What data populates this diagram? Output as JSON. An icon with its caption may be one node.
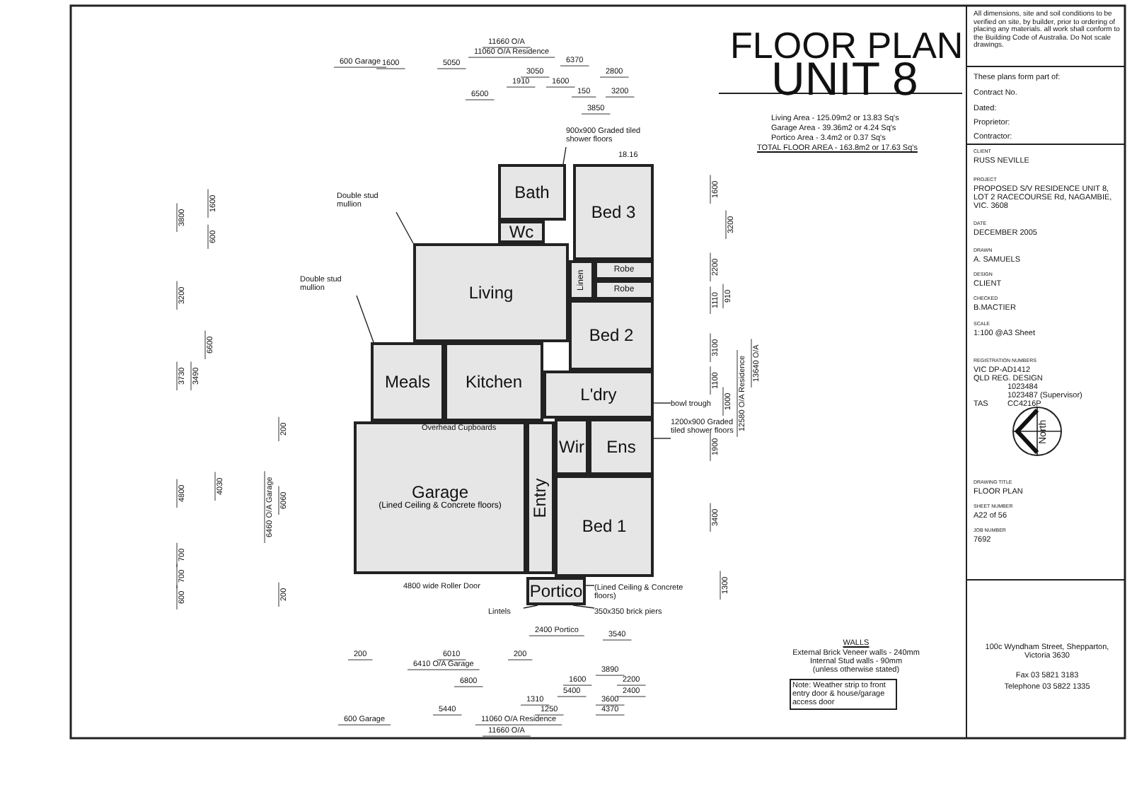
{
  "diagram": {
    "title": "FLOOR PLAN",
    "nodes": [
      {
        "text": [
          "Bath"
        ]
      },
      {
        "text": [
          "Wc"
        ]
      },
      {
        "text": [
          "Bed 3"
        ]
      },
      {
        "text": [
          "Robe"
        ]
      },
      {
        "text": [
          "Robe"
        ]
      },
      {
        "text": [
          "Linen"
        ]
      },
      {
        "text": [
          "Living"
        ]
      },
      {
        "text": [
          "Bed 2"
        ]
      },
      {
        "text": [
          "Meals"
        ]
      },
      {
        "text": [
          "Kitchen"
        ]
      },
      {
        "text": [
          "L'dry"
        ]
      },
      {
        "text": [
          "Wir"
        ]
      },
      {
        "text": [
          "Ens"
        ]
      },
      {
        "text": [
          "Entry"
        ]
      },
      {
        "text": [
          "Bed 1"
        ]
      },
      {
        "text": [
          "Garage",
          "(Lined Ceiling & Concrete floors)"
        ]
      },
      {
        "text": [
          "Portico"
        ]
      },
      {
        "text": [
          "900x900 Graded tiled shower floors"
        ]
      },
      {
        "text": [
          "Double stud mullion"
        ]
      },
      {
        "text": [
          "Double stud mullion"
        ]
      },
      {
        "text": [
          "bowl trough"
        ]
      },
      {
        "text": [
          "1200x900 Graded tiled shower floors"
        ]
      },
      {
        "text": [
          "(Lined Ceiling & Concrete floors)"
        ]
      },
      {
        "text": [
          "350x350 brick piers"
        ]
      },
      {
        "text": [
          "Lintels"
        ]
      }
    ],
    "edges": [
      {
        "from": 17,
        "to": 0,
        "arrow": "none"
      },
      {
        "from": 18,
        "to": 6,
        "arrow": "none"
      },
      {
        "from": 19,
        "to": 8,
        "arrow": "none"
      },
      {
        "from": 20,
        "to": 10,
        "arrow": "none"
      },
      {
        "from": 21,
        "to": 12,
        "arrow": "none"
      },
      {
        "from": 22,
        "to": 16,
        "arrow": "none"
      },
      {
        "from": 23,
        "to": 16,
        "arrow": "none"
      },
      {
        "from": 24,
        "to": 16,
        "arrow": "none"
      }
    ],
    "labels": [
      "UNIT 8",
      "Living Area - 125.09m2 or 13.83 Sq's",
      "Garage Area - 39.36m2 or 4.24 Sq's",
      "Portico Area - 3.4m2 or 0.37 Sq's",
      "TOTAL FLOOR AREA - 163.8m2 or 17.63 Sq's",
      "11660 O/A",
      "11060 O/A Residence",
      "600 Garage",
      "1600",
      "5050",
      "6370",
      "3050",
      "2800",
      "1910",
      "1600",
      "6500",
      "150",
      "3200",
      "3850",
      "18.16",
      "Overhead Cupboards",
      "3800",
      "1600",
      "600",
      "3200",
      "3730",
      "3490",
      "6600",
      "4800",
      "4030",
      "700",
      "700",
      "600",
      "6460 O/A Garage",
      "6060",
      "200",
      "200",
      "1600",
      "3200",
      "2200",
      "1110",
      "910",
      "3100",
      "1100",
      "1000",
      "12580 O/A Residence",
      "13640 O/A",
      "1900",
      "3400",
      "1300",
      "4800 wide Roller Door",
      "2400 Portico",
      "3540",
      "200",
      "6010",
      "200",
      "6410 O/A Garage",
      "3890",
      "6800",
      "1600",
      "2200",
      "5400",
      "2400",
      "1310",
      "3600",
      "5440",
      "1250",
      "4370",
      "600 Garage",
      "11060 O/A Residence",
      "11660 O/A",
      "WALLS",
      "External Brick Veneer walls - 240mm",
      "Internal Stud walls - 90mm",
      "(unless otherwise stated)",
      "Note: Weather strip to front entry door & house/garage access door",
      "All dimensions, site and soil conditions to be verified on site, by builder, prior to ordering of placing any materials. all work shall conform to the Building Code of Australia. Do Not scale drawings.",
      "These plans form part of:",
      "Contract No.",
      "Dated:",
      "Proprietor:",
      "Contractor:",
      "CLIENT",
      "RUSS NEVILLE",
      "PROJECT",
      "PROPOSED S/V RESIDENCE UNIT 8, LOT 2 RACECOURSE Rd, NAGAMBIE, VIC. 3608",
      "DATE",
      "DECEMBER 2005",
      "DRAWN",
      "A. SAMUELS",
      "DESIGN",
      "CLIENT",
      "CHECKED",
      "B.MACTIER",
      "SCALE",
      "1:100 @A3 Sheet",
      "REGISTRATION NUMBERS",
      "VIC DP-AD1412",
      "QLD REG. DESIGN",
      "1023484",
      "1023487 (Supervisor)",
      "TAS",
      "CC4216P",
      "North",
      "DRAWING TITLE",
      "FLOOR PLAN",
      "SHEET NUMBER",
      "A22 of 56",
      "JOB NUMBER",
      "7692",
      "100c Wyndham Street, Shepparton, Victoria 3630",
      "Fax 03 5821 3183",
      "Telephone 03 5822 1335"
    ]
  }
}
